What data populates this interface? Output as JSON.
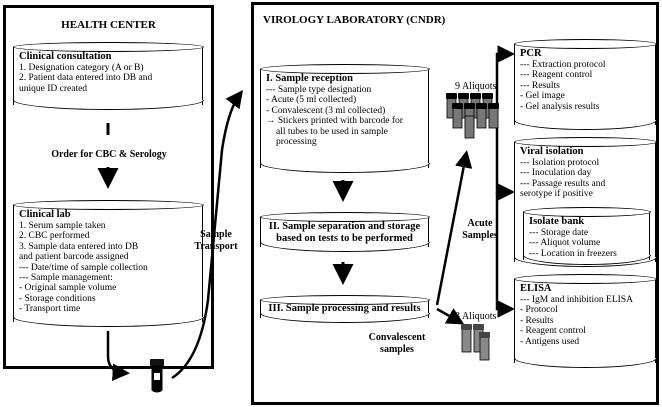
{
  "health_center": {
    "title": "HEALTH CENTER",
    "clinical_consultation": {
      "heading": "Clinical consultation",
      "lines": [
        "1.  Designation category (A or B)",
        "2.  Patient data entered into DB and",
        "     unique ID  created"
      ]
    },
    "order_label": "Order for CBC & Serology",
    "clinical_lab": {
      "heading": "Clinical lab",
      "lines": [
        "1. Serum sample taken",
        "2. CBC performed",
        "3. Sample data entered into DB",
        "    and patient barcode assigned",
        "--- Date/time of sample collection",
        "--- Sample management:",
        "      - Original sample volume",
        "      - Storage conditions",
        "      - Transport time"
      ]
    }
  },
  "transport": {
    "label_line1": "Sample",
    "label_line2": "Transport"
  },
  "virology": {
    "title": "VIROLOGY LABORATORY (CNDR)",
    "sample_reception": {
      "heading": "I. Sample reception",
      "lines": [
        "--- Sample type designation",
        "     - Acute (5 ml collected)",
        "     - Convalescent (3 ml collected)",
        "Stickers printed with barcode for",
        "all tubes to be used in sample",
        "processing"
      ]
    },
    "separation": {
      "heading_line1": "II. Sample separation and storage",
      "heading_line2": "based on tests to be performed"
    },
    "processing": {
      "heading": "III. Sample processing and results"
    },
    "aliquots_9": "9 Aliquots",
    "aliquots_3": "3 Aliquots",
    "acute_samples": {
      "line1": "Acute",
      "line2": "Samples"
    },
    "convalescent_samples": {
      "line1": "Convalescent",
      "line2": "samples"
    },
    "pcr": {
      "heading": "PCR",
      "lines": [
        "--- Extraction protocol",
        "--- Reagent control",
        "--- Results",
        "      - Gel image",
        "      - Gel analysis results"
      ]
    },
    "viral_isolation": {
      "heading": "Viral isolation",
      "lines": [
        "--- Isolation protocol",
        "--- Inoculation day",
        "--- Passage results and",
        "      serotype if positive"
      ]
    },
    "isolate_bank": {
      "heading": "Isolate bank",
      "lines": [
        "--- Storage date",
        "--- Aliquot volume",
        "--- Location in freezers"
      ]
    },
    "elisa": {
      "heading": "ELISA",
      "lines": [
        "--- IgM and inhibition ELISA",
        "      - Protocol",
        "      - Results",
        "      - Reagent control",
        "      - Antigens used"
      ]
    }
  }
}
